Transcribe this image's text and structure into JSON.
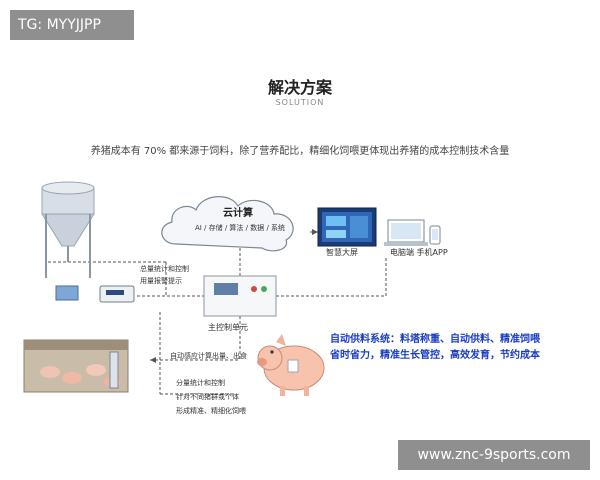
{
  "tag": "TG: MYYJJPP",
  "watermark": "www.znc-9sports.com",
  "title": "解决方案",
  "subtitle": "SOLUTION",
  "intro": "养猪成本有 70% 都来源于饲料，除了营养配比，精细化饲喂更体现出养猪的成本控制技术含量",
  "cloud": {
    "title": "云计算",
    "items": "AI / 存储 / 算法 / 数据 / 系统"
  },
  "screens": {
    "big_screen": "智慧大屏",
    "devices": "电脑端 手机APP"
  },
  "control_unit": "主控制单元",
  "scale_note": {
    "line1": "总量统计和控制",
    "line2": "用量报警提示"
  },
  "feed_note": "自动感应计算出量、出食",
  "pen_note": {
    "line1": "分量统计和控制",
    "line2": "针对不同猪群或个体",
    "line3": "形成精准、精细化饲喂"
  },
  "highlight": {
    "line1": "自动供料系统：料塔称重、自动供料、精准饲喂",
    "line2": "省时省力，精准生长管控，高效发育，节约成本"
  },
  "colors": {
    "highlight": "#1a3cc4",
    "badge": "#8f8f8f"
  }
}
